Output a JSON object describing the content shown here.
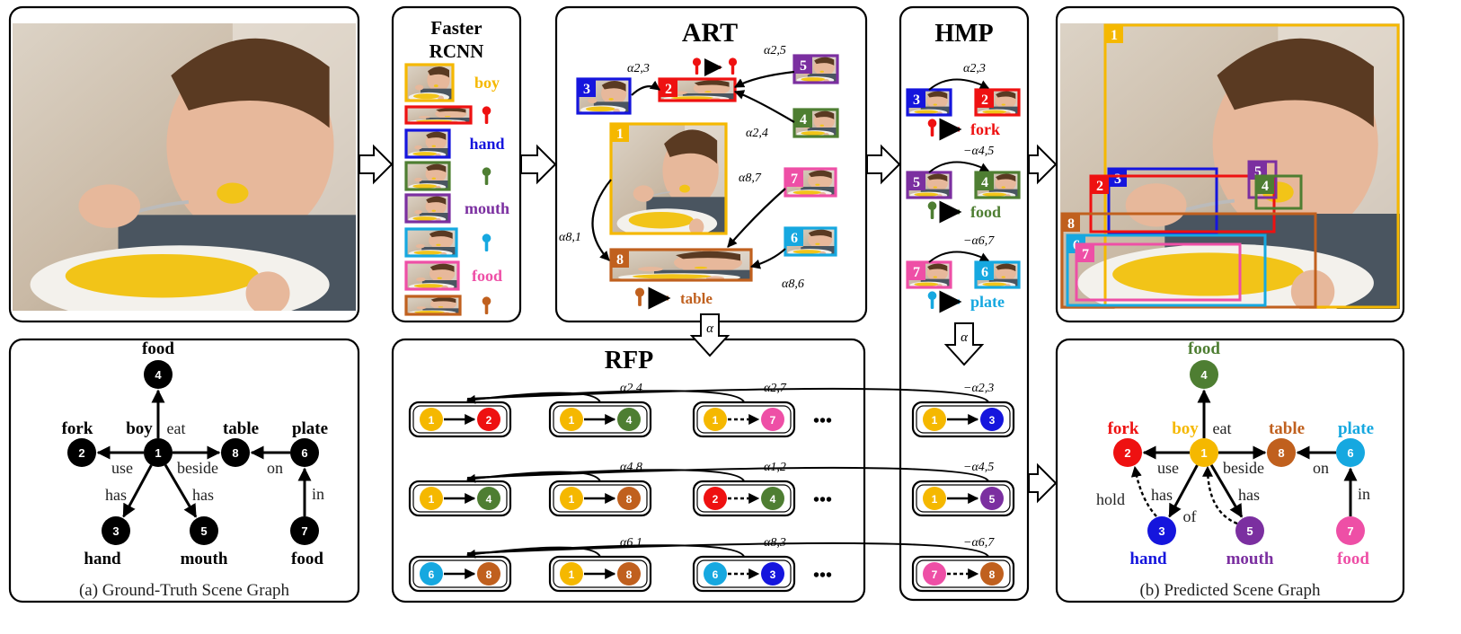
{
  "colors": {
    "yellow": "#F5B800",
    "red": "#EE1111",
    "blue": "#1515DD",
    "green": "#4E7E32",
    "purple": "#7B2FA0",
    "cyan": "#16A8E0",
    "pink": "#EE4FA6",
    "brown": "#C0601E",
    "black": "#000000"
  },
  "panels": {
    "faster_rcnn": {
      "title_line1": "Faster",
      "title_line2": "RCNN"
    },
    "art": {
      "title": "ART"
    },
    "hmp": {
      "title": "HMP"
    },
    "rfp": {
      "title": "RFP"
    }
  },
  "faster_rcnn_labels": [
    {
      "text": "boy",
      "color": "yellow"
    },
    {
      "text": "",
      "color": "red",
      "icon": "person-icon"
    },
    {
      "text": "hand",
      "color": "blue"
    },
    {
      "text": "",
      "color": "green",
      "icon": "person-icon"
    },
    {
      "text": "mouth",
      "color": "purple"
    },
    {
      "text": "",
      "color": "cyan",
      "icon": "person-icon"
    },
    {
      "text": "food",
      "color": "pink"
    },
    {
      "text": "",
      "color": "brown",
      "icon": "person-icon"
    }
  ],
  "art": {
    "alpha_2_3": "α2,3",
    "alpha_2_5": "α2,5",
    "alpha_2_4": "α2,4",
    "alpha_8_7": "α8,7",
    "alpha_8_1": "α8,1",
    "alpha_8_6": "α8,6",
    "table_label": "table",
    "box_numbers": [
      "3",
      "2",
      "5",
      "4",
      "1",
      "7",
      "6",
      "8"
    ]
  },
  "hmp": {
    "rows": [
      {
        "alpha": "α2,3",
        "a": "3",
        "b": "2",
        "label": "fork",
        "label_color": "red"
      },
      {
        "alpha": "−α4,5",
        "a": "5",
        "b": "4",
        "label": "food",
        "label_color": "green"
      },
      {
        "alpha": "−α6,7",
        "a": "7",
        "b": "6",
        "label": "plate",
        "label_color": "cyan"
      }
    ],
    "down_alpha": "α"
  },
  "art_down_alpha": "α",
  "rfp": {
    "rows": [
      {
        "pairs": [
          [
            "1",
            "2"
          ],
          [
            "1",
            "4"
          ],
          [
            "1",
            "7"
          ]
        ],
        "dashed": [
          false,
          false,
          true
        ],
        "alphas": [
          "α2,4",
          "α2,7"
        ],
        "hmp_pair": [
          "1",
          "3"
        ],
        "hmp_alpha": "−α2,3"
      },
      {
        "pairs": [
          [
            "1",
            "4"
          ],
          [
            "1",
            "8"
          ],
          [
            "2",
            "4"
          ]
        ],
        "dashed": [
          false,
          false,
          true
        ],
        "alphas": [
          "α4,8",
          "α1,2"
        ],
        "hmp_pair": [
          "1",
          "5"
        ],
        "hmp_alpha": "−α4,5"
      },
      {
        "pairs": [
          [
            "6",
            "8"
          ],
          [
            "1",
            "8"
          ],
          [
            "6",
            "3"
          ]
        ],
        "dashed": [
          false,
          false,
          true
        ],
        "alphas": [
          "α6,1",
          "α8,3"
        ],
        "hmp_pair": [
          "7",
          "8"
        ],
        "hmp_alpha": "−α6,7",
        "hmp_dashed": true
      }
    ],
    "ellipsis": "•••"
  },
  "gt_graph": {
    "caption": "(a) Ground-Truth Scene Graph",
    "nodes": {
      "1": "boy",
      "2": "fork",
      "3": "hand",
      "4": "food",
      "5": "mouth",
      "6": "plate",
      "7": "food",
      "8": "table"
    },
    "edges": {
      "eat": "eat",
      "use": "use",
      "beside": "beside",
      "on": "on",
      "has1": "has",
      "has2": "has",
      "in": "in"
    }
  },
  "pred_graph": {
    "caption": "(b) Predicted Scene Graph",
    "nodes": {
      "1": "boy",
      "2": "fork",
      "3": "hand",
      "4": "food",
      "5": "mouth",
      "6": "plate",
      "7": "food",
      "8": "table"
    },
    "edges": {
      "eat": "eat",
      "use": "use",
      "beside": "beside",
      "on": "on",
      "has1": "has",
      "has2": "has",
      "in": "in",
      "hold": "hold",
      "of": "of"
    }
  },
  "result_boxes": [
    "1",
    "3",
    "2",
    "5",
    "4",
    "8",
    "6",
    "7"
  ]
}
